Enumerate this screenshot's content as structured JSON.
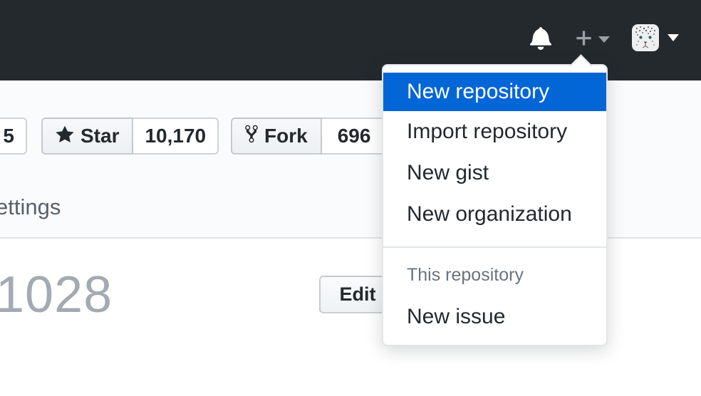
{
  "colors": {
    "header_bg": "#24292e",
    "selected_item_bg": "#0366d6",
    "pagehead_bg": "#fafbfc",
    "border": "#e1e4e8",
    "text": "#24292e",
    "muted_text": "#6a737d",
    "faded_number": "#a3aab1"
  },
  "header": {
    "bell_icon": "bell-icon",
    "plus_icon": "plus-icon",
    "avatar": "user-avatar-snow-leopard"
  },
  "repo_toolbar": {
    "watch_count_partial": "5",
    "star_label": "Star",
    "star_count": "10,170",
    "fork_label": "Fork",
    "fork_count": "696"
  },
  "repo_nav": {
    "settings_tab_partial": "ettings"
  },
  "issue_header": {
    "number_partial": "1028",
    "edit_label": "Edit"
  },
  "create_menu": {
    "items": [
      {
        "label": "New repository",
        "selected": true
      },
      {
        "label": "Import repository",
        "selected": false
      },
      {
        "label": "New gist",
        "selected": false
      },
      {
        "label": "New organization",
        "selected": false
      }
    ],
    "section_header": "This repository",
    "section_items": [
      {
        "label": "New issue"
      }
    ]
  }
}
